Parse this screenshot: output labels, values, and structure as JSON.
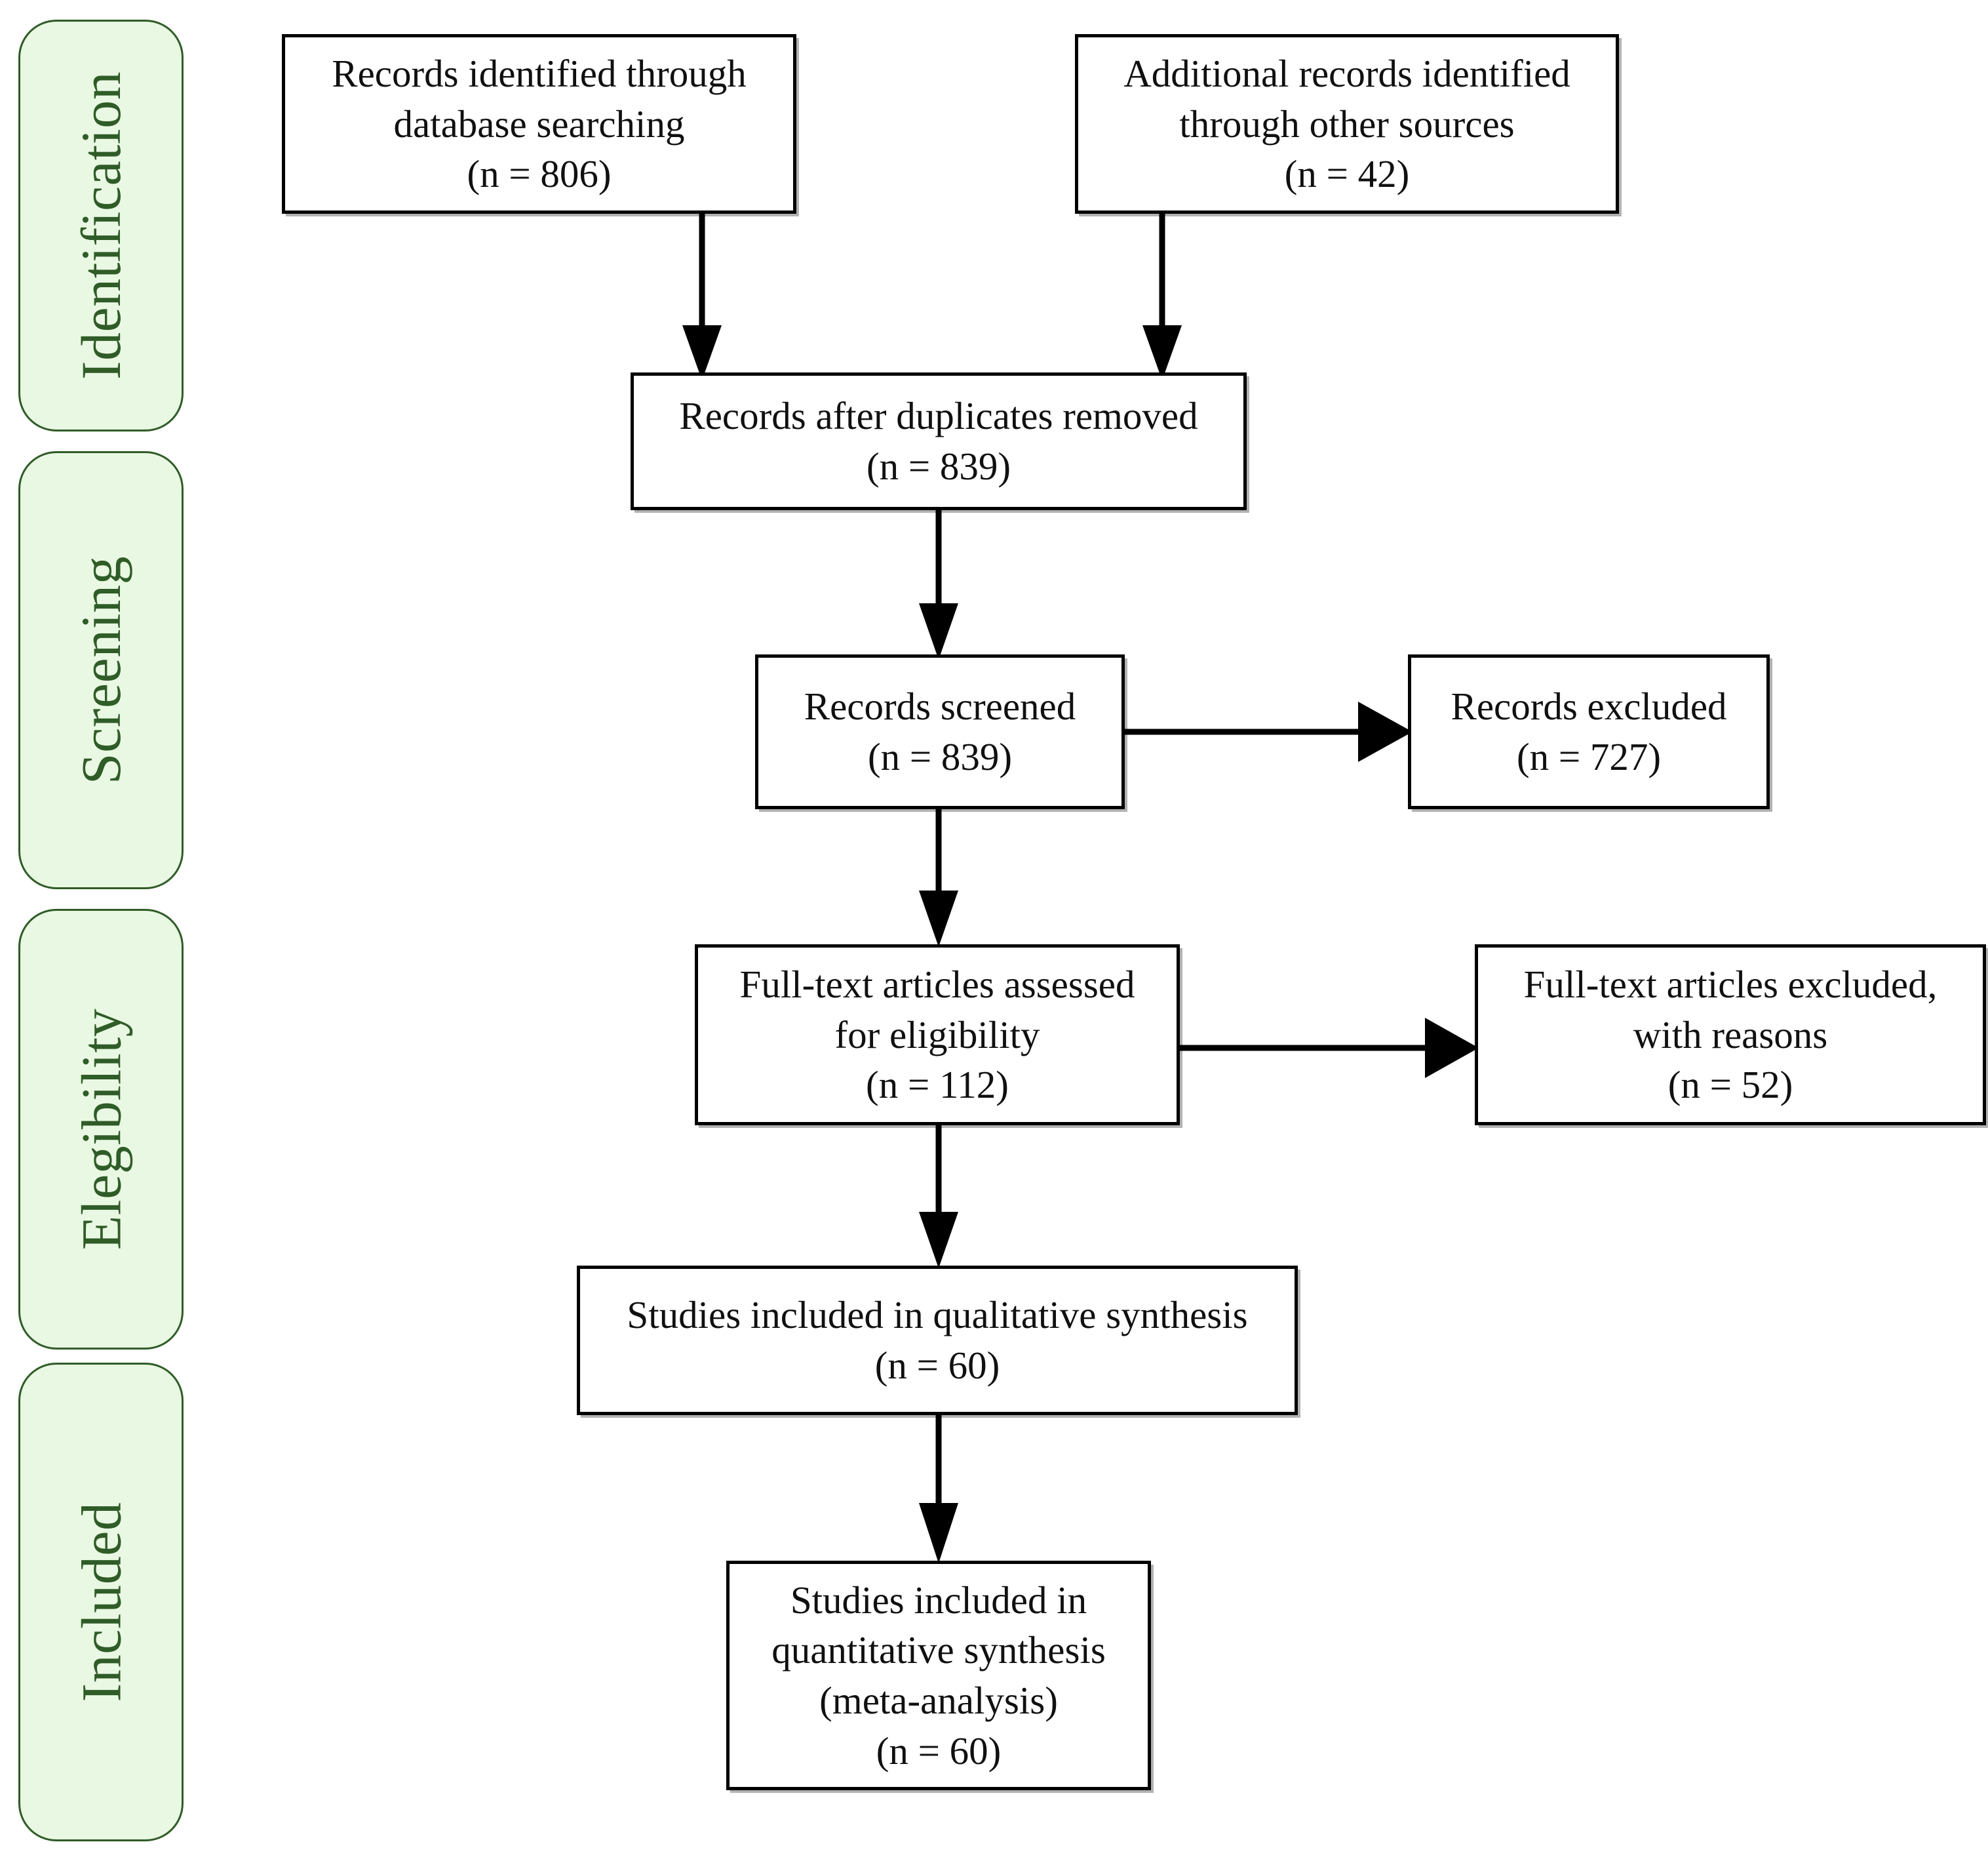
{
  "diagram": {
    "type": "prisma-flow-diagram",
    "title": "PRISMA flow diagram",
    "colors": {
      "stage_fill": "#e9f8e3",
      "stage_border": "#2f5c27",
      "stage_text": "#2f5c27",
      "box_border": "#000000",
      "box_fill": "#ffffff",
      "box_text": "#101010",
      "connector": "#000000",
      "background": "#ffffff"
    }
  },
  "stages": [
    {
      "id": "identification",
      "label": "Identification"
    },
    {
      "id": "screening",
      "label": "Screening"
    },
    {
      "id": "elegibility",
      "label": "Elegibility"
    },
    {
      "id": "included",
      "label": "Included"
    }
  ],
  "boxes": [
    {
      "id": "records-identified-database",
      "stage": "identification",
      "lines": [
        "Records identified through",
        "database searching",
        "(n = 806)"
      ],
      "count_label": "(n = 806)",
      "count": 806
    },
    {
      "id": "additional-records-other-sources",
      "stage": "identification",
      "lines": [
        "Additional records identified",
        "through other sources",
        "(n = 42)"
      ],
      "count_label": "(n = 42)",
      "count": 42
    },
    {
      "id": "records-after-duplicates-removed",
      "stage": "identification",
      "lines": [
        "Records after duplicates removed",
        "(n = 839)"
      ],
      "count_label": "(n = 839)",
      "count": 839
    },
    {
      "id": "records-screened",
      "stage": "screening",
      "lines": [
        "Records screened",
        "(n = 839)"
      ],
      "count_label": "(n = 839)",
      "count": 839
    },
    {
      "id": "records-excluded",
      "stage": "screening",
      "lines": [
        "Records excluded",
        "(n = 727)"
      ],
      "count_label": "(n = 727)",
      "count": 727
    },
    {
      "id": "fulltext-assessed",
      "stage": "elegibility",
      "lines": [
        "Full-text articles assessed",
        "for eligibility",
        "(n = 112)"
      ],
      "count_label": "(n = 112)",
      "count": 112
    },
    {
      "id": "fulltext-excluded",
      "stage": "elegibility",
      "lines": [
        "Full-text articles excluded,",
        "with reasons",
        "(n = 52)"
      ],
      "count_label": "(n = 52)",
      "count": 52
    },
    {
      "id": "qualitative-synthesis",
      "stage": "included",
      "lines": [
        "Studies included in qualitative synthesis",
        "(n = 60)"
      ],
      "count_label": "(n = 60)",
      "count": 60
    },
    {
      "id": "quantitative-synthesis",
      "stage": "included",
      "lines": [
        "Studies included in",
        "quantitative synthesis",
        "(meta-analysis)",
        "(n = 60)"
      ],
      "count_label": "(n = 60)",
      "count": 60
    }
  ],
  "connectors": [
    {
      "id": "c1",
      "from": "records-identified-database",
      "to": "records-after-duplicates-removed",
      "direction": "down"
    },
    {
      "id": "c2",
      "from": "additional-records-other-sources",
      "to": "records-after-duplicates-removed",
      "direction": "down"
    },
    {
      "id": "c3",
      "from": "records-after-duplicates-removed",
      "to": "records-screened",
      "direction": "down"
    },
    {
      "id": "c4",
      "from": "records-screened",
      "to": "records-excluded",
      "direction": "right"
    },
    {
      "id": "c5",
      "from": "records-screened",
      "to": "fulltext-assessed",
      "direction": "down"
    },
    {
      "id": "c6",
      "from": "fulltext-assessed",
      "to": "fulltext-excluded",
      "direction": "right"
    },
    {
      "id": "c7",
      "from": "fulltext-assessed",
      "to": "qualitative-synthesis",
      "direction": "down"
    },
    {
      "id": "c8",
      "from": "qualitative-synthesis",
      "to": "quantitative-synthesis",
      "direction": "down"
    }
  ]
}
